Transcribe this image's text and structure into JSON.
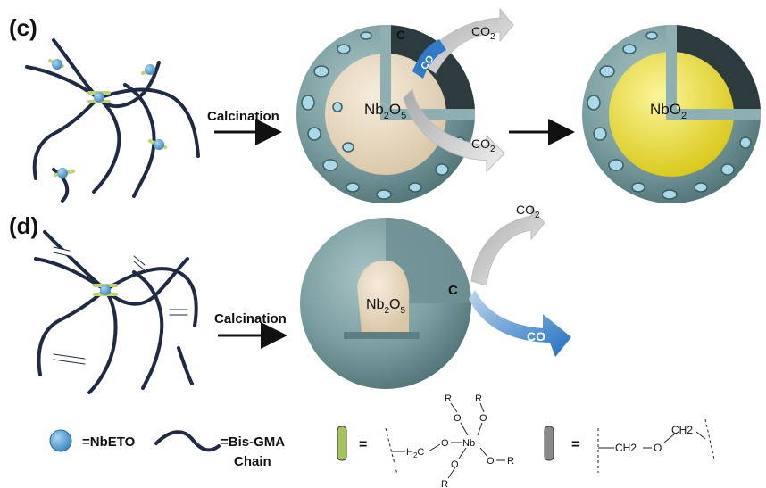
{
  "panels": {
    "c": {
      "label": "(c)"
    },
    "d": {
      "label": "(d)"
    }
  },
  "process": {
    "step_label": "Calcination"
  },
  "particles": {
    "c_core1": {
      "base": "Nb",
      "sub1": "2",
      "mid": "O",
      "sub2": "5"
    },
    "c_core2": {
      "base": "Nb",
      "mid": "O",
      "sub2": "2"
    },
    "d_core": {
      "base": "Nb",
      "sub1": "2",
      "mid": "O",
      "sub2": "5"
    },
    "shell_label": "C"
  },
  "gases": {
    "co2_base": "CO",
    "co2_sub": "2",
    "co": "CO"
  },
  "legend": {
    "nbeto": "=NbETO",
    "chain_line1": "=Bis-GMA",
    "chain_line2": "Chain",
    "equals": "=",
    "struct_green": {
      "h2c": "H",
      "h2c_sub": "2",
      "h2c_c": "C",
      "o": "O",
      "nb": "Nb",
      "r": "R"
    },
    "struct_gray": {
      "ch2_left": "CH2",
      "o": "O",
      "ch2_right": "CH2"
    }
  },
  "colors": {
    "chain": "#1f2a44",
    "crosslink_green": "#bcd66b",
    "node_blue": "#5aa5d8",
    "shell": "#7a9ea0",
    "shell_dark": "#4f7275",
    "core_beige": "#e6d6bd",
    "core_yellow": "#f0e130",
    "arrow_gray": "#c8c8c8",
    "arrow_blue": "#2f7bc8"
  }
}
